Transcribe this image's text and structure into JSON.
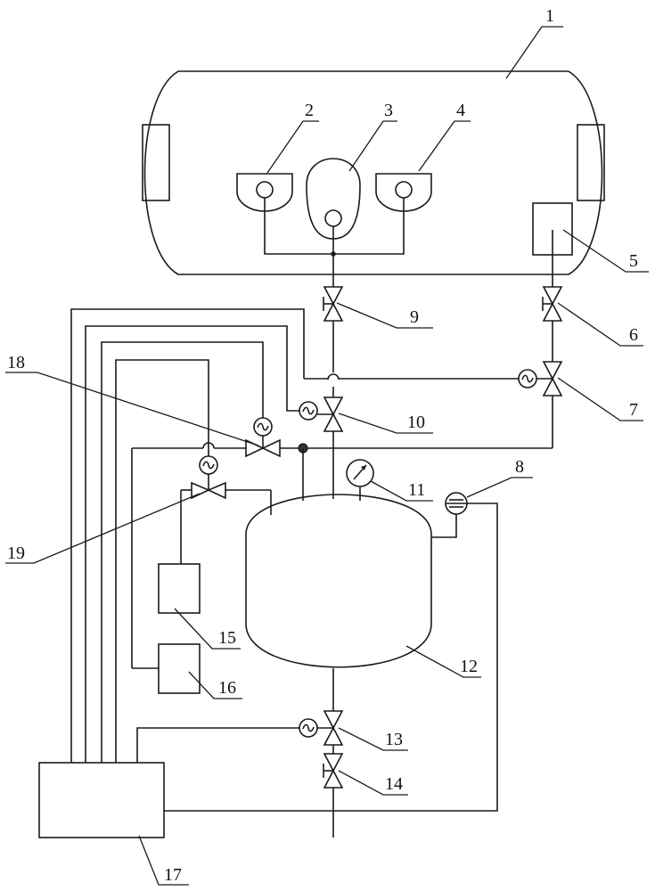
{
  "labels": {
    "l1": "1",
    "l2": "2",
    "l3": "3",
    "l4": "4",
    "l5": "5",
    "l6": "6",
    "l7": "7",
    "l8": "8",
    "l9": "9",
    "l10": "10",
    "l11": "11",
    "l12": "12",
    "l13": "13",
    "l14": "14",
    "l15": "15",
    "l16": "16",
    "l17": "17",
    "l18": "18",
    "l19": "19"
  },
  "colors": {
    "line": "#1a1a1a",
    "background": "#ffffff"
  },
  "icons": {
    "manual_valve": "manual-valve-icon",
    "solenoid_valve": "solenoid-valve-icon",
    "pressure_gauge": "pressure-gauge-icon",
    "flow_meter": "flow-meter-icon"
  }
}
